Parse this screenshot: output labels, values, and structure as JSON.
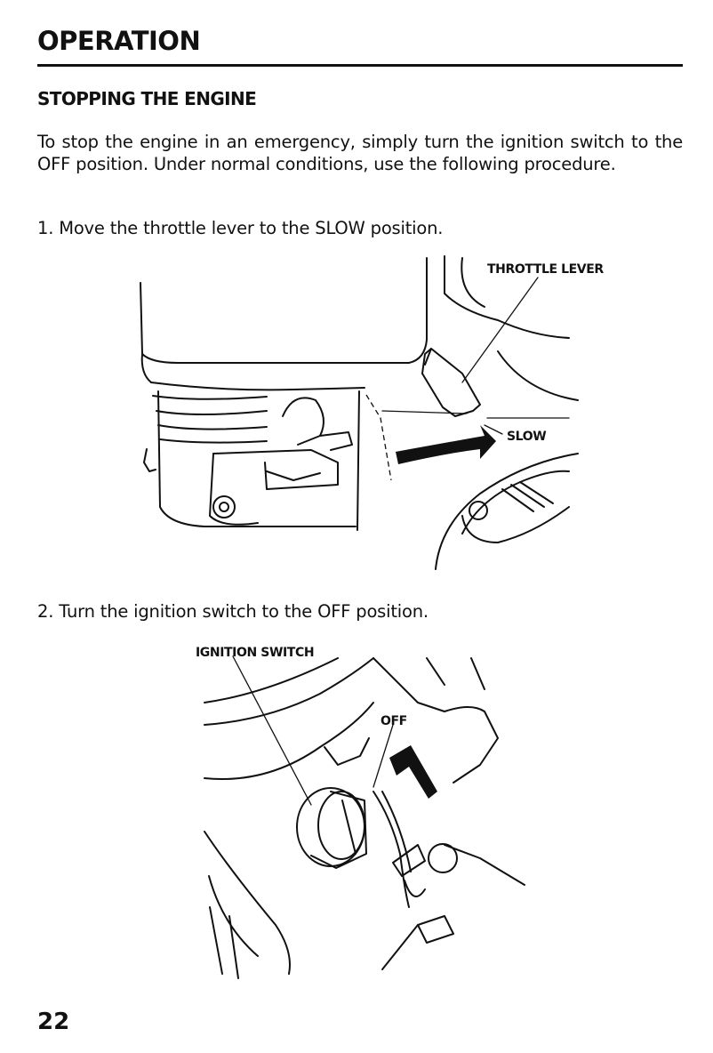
{
  "header": {
    "title": "OPERATION"
  },
  "section": {
    "heading": "STOPPING THE ENGINE",
    "intro": "To stop the engine in an emergency, simply turn the ignition switch to the OFF position. Under normal conditions, use the following procedure."
  },
  "steps": [
    {
      "text": "1. Move the throttle lever to the SLOW position.",
      "figure": {
        "labels": [
          "THROTTLE LEVER",
          "SLOW"
        ]
      }
    },
    {
      "text": "2. Turn the ignition switch to the OFF position.",
      "figure": {
        "labels": [
          "IGNITION SWITCH",
          "OFF"
        ]
      }
    }
  ],
  "footer": {
    "page_number": "22"
  }
}
